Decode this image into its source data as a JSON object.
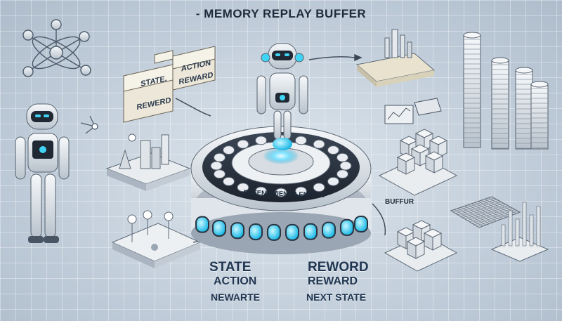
{
  "title": "- MEMORY REPLAY BUFFER",
  "cards": {
    "left_top": "STATE,",
    "left_bottom": "REWERD",
    "right_top": "ACTION",
    "right_bottom": "REWARD"
  },
  "ring_label": "REFENSWIENC LENVEST",
  "buffer_label": "BUFFUR",
  "bottom_left": {
    "line1": "STATE",
    "line2": "ACTION",
    "line3": "NEWARTE"
  },
  "bottom_right": {
    "line1": "REWORD",
    "line2": "REWARD",
    "line3": "NEXT STATE"
  },
  "colors": {
    "accent": "#3fd4f5",
    "platform_dark": "#2a3340",
    "platform_light": "#eef1f4",
    "text": "#1f3550"
  },
  "icons": [
    "robot-left",
    "robot-center",
    "atom-network",
    "city-tile",
    "bulb-plot-tile",
    "cube-stack",
    "coin-stacks",
    "money-stack",
    "mesh-surface",
    "bar-chart"
  ]
}
